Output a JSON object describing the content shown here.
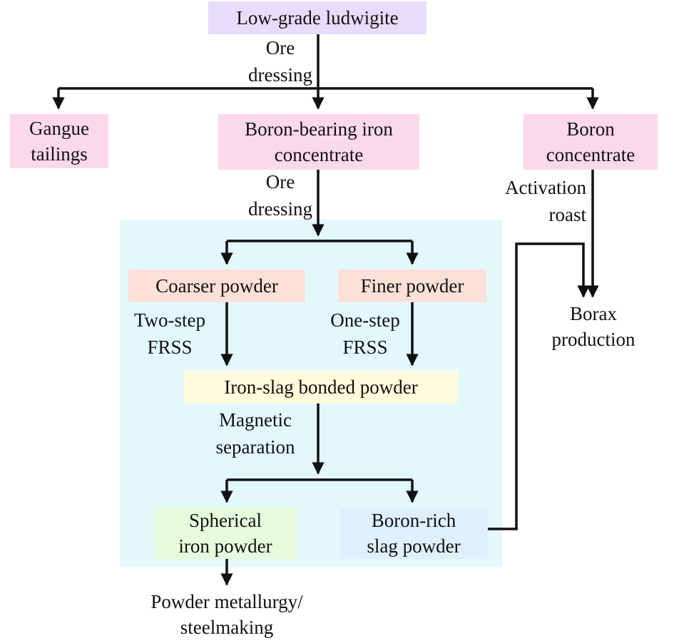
{
  "nodes": {
    "ore": "Low-grade ludwigite",
    "gangue": "Gangue\ntailings",
    "iron_conc": "Boron-bearing iron\nconcentrate",
    "boron_conc": "Boron\nconcentrate",
    "coarser": "Coarser powder",
    "finer": "Finer powder",
    "bonded": "Iron-slag bonded powder",
    "spherical": "Spherical\niron powder",
    "boron_rich": "Boron-rich\nslag powder",
    "borax": "Borax\nproduction",
    "metallurgy": "Powder metallurgy/\nsteelmaking"
  },
  "labels": {
    "ore_dressing_1": "Ore\ndressing",
    "ore_dressing_2": "Ore\ndressing",
    "activation": "Activation\nroast",
    "two_step": "Two-step\nFRSS",
    "one_step": "One-step\nFRSS",
    "magnetic": "Magnetic\nseparation"
  },
  "colors": {
    "region": "#e3f8fd",
    "start": "#e8dcfb",
    "product": "#fbd9ea",
    "powder": "#fde0d8",
    "bonded": "#fdfbdc",
    "iron": "#e6fbdc",
    "slag": "#dfeffd",
    "line": "#111111"
  }
}
